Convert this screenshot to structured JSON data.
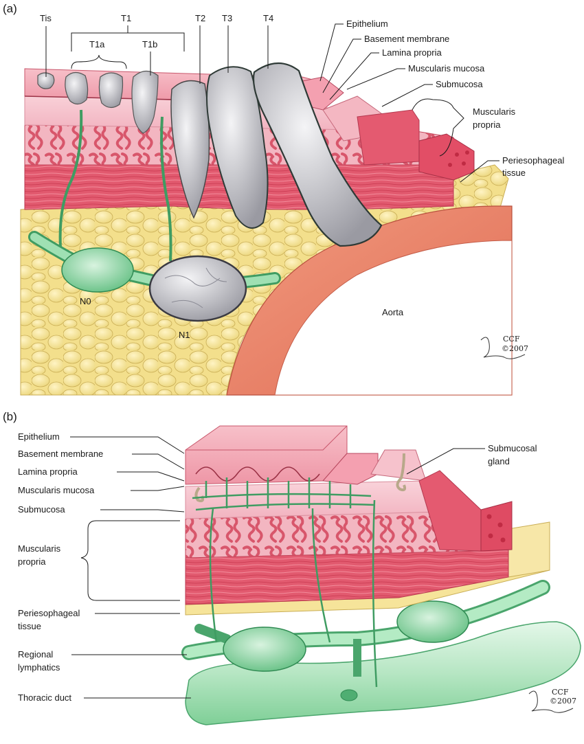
{
  "panel_a": {
    "tag": "(a)",
    "stage_labels": {
      "tis": "Tis",
      "t1": "T1",
      "t1a": "T1a",
      "t1b": "T1b",
      "t2": "T2",
      "t3": "T3",
      "t4": "T4"
    },
    "layer_labels": {
      "epithelium": "Epithelium",
      "basement_membrane": "Basement membrane",
      "lamina_propria": "Lamina propria",
      "muscularis_mucosa": "Muscularis mucosa",
      "submucosa": "Submucosa",
      "muscularis_propria_1": "Muscularis",
      "muscularis_propria_2": "propria",
      "periesophageal_1": "Periesophageal",
      "periesophageal_2": "tissue"
    },
    "node_labels": {
      "n0": "N0",
      "n1": "N1"
    },
    "aorta": "Aorta",
    "signature": {
      "ccf": "CCF",
      "year": "©2007"
    }
  },
  "panel_b": {
    "tag": "(b)",
    "labels": {
      "epithelium": "Epithelium",
      "basement_membrane": "Basement membrane",
      "lamina_propria": "Lamina propria",
      "muscularis_mucosa": "Muscularis mucosa",
      "submucosa": "Submucosa",
      "muscularis_propria_1": "Muscularis",
      "muscularis_propria_2": "propria",
      "periesophageal_1": "Periesophageal",
      "periesophageal_2": "tissue",
      "regional_lymphatics_1": "Regional",
      "regional_lymphatics_2": "lymphatics",
      "thoracic_duct": "Thoracic duct",
      "submucosal_gland_1": "Submucosal",
      "submucosal_gland_2": "gland"
    },
    "signature": {
      "ccf": "CCF",
      "year": "©2007"
    }
  },
  "colors": {
    "epithelium": "#f2a7b4",
    "lamina": "#e98a9c",
    "submucosa": "#f6c2cc",
    "muscle": "#e3566c",
    "fat": "#f6e49a",
    "lymph": "#8fd6a4",
    "tumor": "#d9d9dd",
    "aorta": "#e8735c"
  }
}
